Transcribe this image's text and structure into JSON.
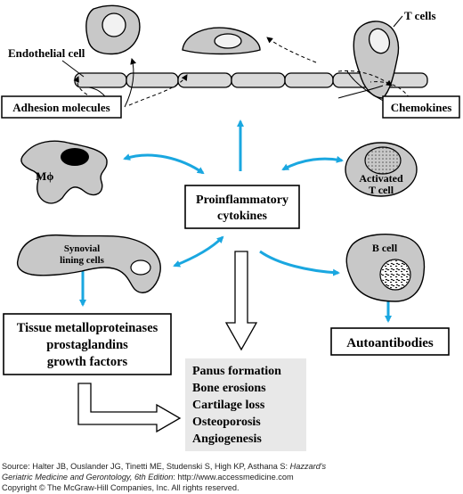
{
  "labels": {
    "t_cells": "T cells",
    "endothelial_cell": "Endothelial cell",
    "adhesion_molecules": "Adhesion molecules",
    "chemokines": "Chemokines",
    "macrophage": "Mϕ",
    "activated_t_cell_line1": "Activated",
    "activated_t_cell_line2": "T cell",
    "proinflammatory_line1": "Proinflammatory",
    "proinflammatory_line2": "cytokines",
    "synovial_line1": "Synovial",
    "synovial_line2": "lining cells",
    "b_cell": "B cell",
    "tissue_line1": "Tissue metalloproteinases",
    "tissue_line2": "prostaglandins",
    "tissue_line3": "growth factors",
    "autoantibodies": "Autoantibodies",
    "outcomes": [
      "Panus formation",
      "Bone erosions",
      "Cartilage loss",
      "Osteoporosis",
      "Angiogenesis"
    ]
  },
  "source": {
    "prefix": "Source: Halter JB, Ouslander JG, Tinetti ME, Studenski S, High KP, Asthana S: ",
    "book_line1": "Hazzard's",
    "book_line2": "Geriatric Medicine and Gerontology, 6th Edition",
    "suffix": ": http://www.accessmedicine.com",
    "copyright": "Copyright © The McGraw-Hill Companies, Inc. All rights reserved."
  },
  "colors": {
    "arrow_blue": "#1aa7e0",
    "cell_gray": "#c8c8c8",
    "outline": "#000000"
  }
}
